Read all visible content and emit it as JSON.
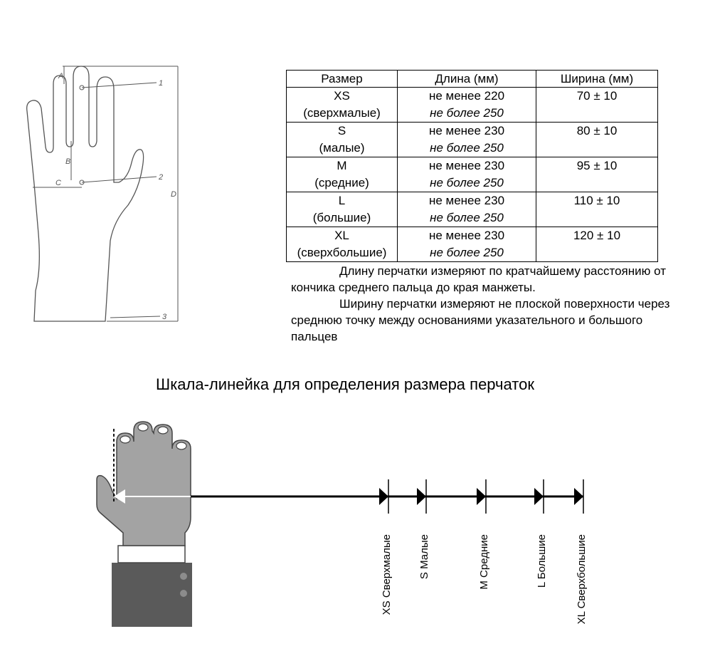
{
  "glove_diagram": {
    "dimension_letters": [
      "A",
      "B",
      "C",
      "D"
    ],
    "callout_numbers": [
      "1",
      "2",
      "3"
    ]
  },
  "size_table": {
    "headers": [
      "Размер",
      "Длина (мм)",
      "Ширина (мм)"
    ],
    "rows": [
      {
        "size": "XS",
        "size_name": "(сверхмалые)",
        "length_min": "не менее 220",
        "length_max": "не более 250",
        "width": "70 ± 10"
      },
      {
        "size": "S",
        "size_name": "(малые)",
        "length_min": "не менее 230",
        "length_max": "не более 250",
        "width": "80 ± 10"
      },
      {
        "size": "M",
        "size_name": "(средние)",
        "length_min": "не менее 230",
        "length_max": "не более 250",
        "width": "95 ± 10"
      },
      {
        "size": "L",
        "size_name": "(большие)",
        "length_min": "не менее 230",
        "length_max": "не более 250",
        "width": "110 ± 10"
      },
      {
        "size": "XL",
        "size_name": "(сверхбольшие)",
        "length_min": "не менее 230",
        "length_max": "не более 250",
        "width": "120 ± 10"
      }
    ]
  },
  "notes": {
    "length_note": "Длину перчатки измеряют по кратчайшему расстоянию от кончика среднего пальца до края манжеты.",
    "width_note": "Ширину перчатки измеряют не плоской поверхности через среднюю точку между основаниями указательного и большого пальцев"
  },
  "ruler": {
    "title": "Шкала-линейка для определения размера перчаток",
    "marks": [
      "XS  Сверхмалые",
      "S  Малые",
      "M  Средние",
      "L  Большие",
      "XL  Сверхбольшие"
    ],
    "colors": {
      "hand": "#a3a3a3",
      "sleeve": "#5a5a5a",
      "cuff": "#ffffff",
      "line": "#000000"
    }
  }
}
